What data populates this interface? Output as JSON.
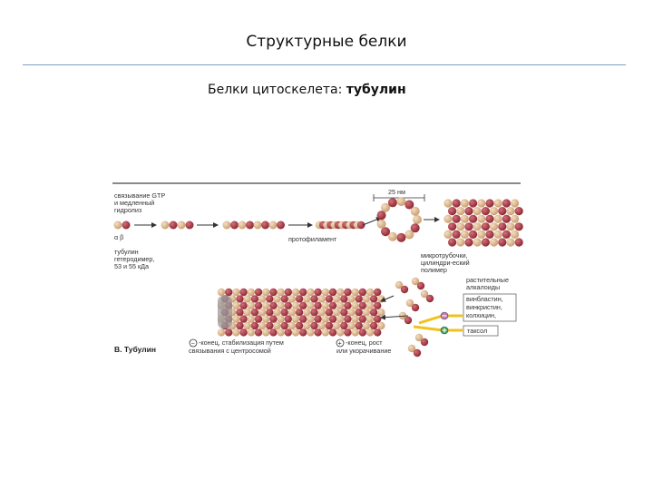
{
  "header": {
    "title": "Структурные белки",
    "subtitle_prefix": "Белки цитоскелета: ",
    "subtitle_emph": "тубулин"
  },
  "figure": {
    "gtp_line1": "связывание GTP",
    "gtp_line2": "и медленный",
    "gtp_line3": "гидролиз",
    "alpha_beta": "α β",
    "tubulin_line1": "тубулин",
    "tubulin_line2": "гетеродимер,",
    "tubulin_line3": "53 и 55 кДа",
    "protofilament": "протофиламент",
    "size": "25 нм",
    "mt_line1": "микротрубочки,",
    "mt_line2": "цилиндри-еский",
    "mt_line3": "полимер",
    "plant_line1": "растительные",
    "plant_line2": "алкалоиды",
    "drug1": "винбластин,",
    "drug2": "винкристин,",
    "drug3": "колхицин,",
    "taxol": "таксол",
    "panel_label": "B. Тубулин",
    "minus_line1": "-конец, стабилизация путем",
    "minus_line2": "связывания с центросомой",
    "plus_line1": "-конец, рост",
    "plus_line2": "или укорачивание",
    "minus_sign": "−",
    "plus_sign": "+"
  },
  "colors": {
    "alpha": "#d9b48a",
    "beta": "#a8323c",
    "accent_yellow": "#f2c21b",
    "rule": "#7f9fbf"
  }
}
